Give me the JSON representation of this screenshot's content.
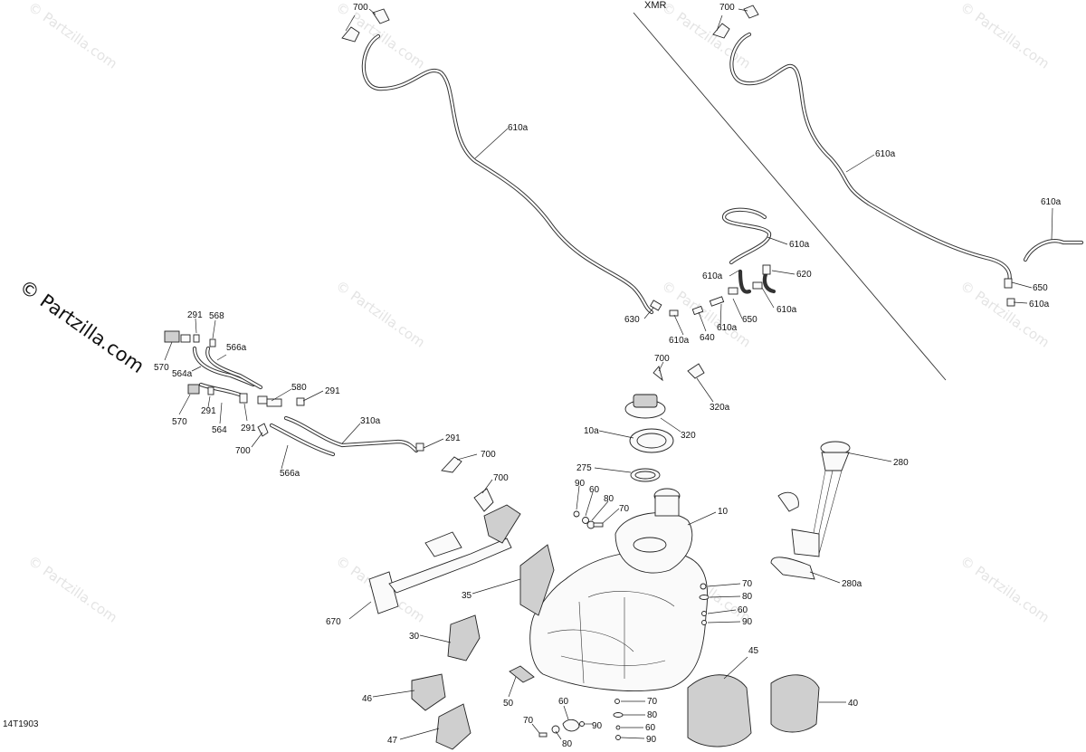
{
  "watermark": {
    "text": "© Partzilla.com",
    "side_text": "© Partzilla.com"
  },
  "diagram_code": "14T1903",
  "variant_label": "XMR",
  "callouts": [
    {
      "id": "c700a",
      "text": "700"
    },
    {
      "id": "c700b",
      "text": "700"
    },
    {
      "id": "c610a_1",
      "text": "610a"
    },
    {
      "id": "c610a_2",
      "text": "610a"
    },
    {
      "id": "c610a_3",
      "text": "610a"
    },
    {
      "id": "c610a_4",
      "text": "610a"
    },
    {
      "id": "c610a_5",
      "text": "610a"
    },
    {
      "id": "c610a_6",
      "text": "610a"
    },
    {
      "id": "c610a_7",
      "text": "610a"
    },
    {
      "id": "c610a_8",
      "text": "610a"
    },
    {
      "id": "c610a_9",
      "text": "610a"
    },
    {
      "id": "c620",
      "text": "620"
    },
    {
      "id": "c650a",
      "text": "650"
    },
    {
      "id": "c650b",
      "text": "650"
    },
    {
      "id": "c630",
      "text": "630"
    },
    {
      "id": "c640",
      "text": "640"
    },
    {
      "id": "c291a",
      "text": "291"
    },
    {
      "id": "c568",
      "text": "568"
    },
    {
      "id": "c566a_1",
      "text": "566a"
    },
    {
      "id": "c570a",
      "text": "570"
    },
    {
      "id": "c564a",
      "text": "564a"
    },
    {
      "id": "c570b",
      "text": "570"
    },
    {
      "id": "c291b",
      "text": "291"
    },
    {
      "id": "c564",
      "text": "564"
    },
    {
      "id": "c291c",
      "text": "291"
    },
    {
      "id": "c580",
      "text": "580"
    },
    {
      "id": "c291d",
      "text": "291"
    },
    {
      "id": "c700c",
      "text": "700"
    },
    {
      "id": "c566a_2",
      "text": "566a"
    },
    {
      "id": "c310a",
      "text": "310a"
    },
    {
      "id": "c291e",
      "text": "291"
    },
    {
      "id": "c700d",
      "text": "700"
    },
    {
      "id": "c700e",
      "text": "700"
    },
    {
      "id": "c700f",
      "text": "700"
    },
    {
      "id": "c320a",
      "text": "320a"
    },
    {
      "id": "c320",
      "text": "320"
    },
    {
      "id": "c10a",
      "text": "10a"
    },
    {
      "id": "c275",
      "text": "275"
    },
    {
      "id": "c90a",
      "text": "90"
    },
    {
      "id": "c60a",
      "text": "60"
    },
    {
      "id": "c80a",
      "text": "80"
    },
    {
      "id": "c70a",
      "text": "70"
    },
    {
      "id": "c10",
      "text": "10"
    },
    {
      "id": "c280",
      "text": "280"
    },
    {
      "id": "c280a",
      "text": "280a"
    },
    {
      "id": "c70b",
      "text": "70"
    },
    {
      "id": "c80b",
      "text": "80"
    },
    {
      "id": "c60b",
      "text": "60"
    },
    {
      "id": "c90b",
      "text": "90"
    },
    {
      "id": "c35",
      "text": "35"
    },
    {
      "id": "c670",
      "text": "670"
    },
    {
      "id": "c30",
      "text": "30"
    },
    {
      "id": "c45",
      "text": "45"
    },
    {
      "id": "c40",
      "text": "40"
    },
    {
      "id": "c46",
      "text": "46"
    },
    {
      "id": "c50",
      "text": "50"
    },
    {
      "id": "c60c",
      "text": "60"
    },
    {
      "id": "c70c",
      "text": "70"
    },
    {
      "id": "c70d",
      "text": "70"
    },
    {
      "id": "c80c",
      "text": "80"
    },
    {
      "id": "c90c",
      "text": "90"
    },
    {
      "id": "c60d",
      "text": "60"
    },
    {
      "id": "c80d",
      "text": "80"
    },
    {
      "id": "c90d",
      "text": "90"
    },
    {
      "id": "c47",
      "text": "47"
    }
  ]
}
